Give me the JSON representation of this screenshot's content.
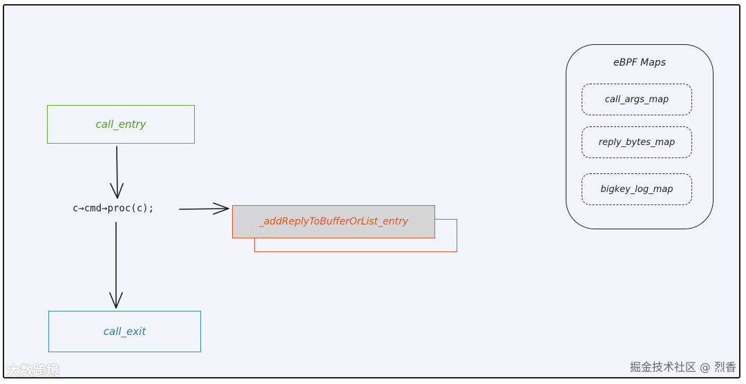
{
  "nodes": {
    "call_entry": "call_entry",
    "call_exit": "call_exit",
    "code_line": "c→cmd→proc(c);",
    "add_reply_entry": "_addReplyToBufferOrList_entry"
  },
  "maps_box": {
    "title": "eBPF Maps",
    "items": [
      "call_args_map",
      "reply_bytes_map",
      "bigkey_log_map"
    ]
  },
  "watermarks": {
    "left": "大数跨境",
    "right": "掘金技术社区 @ 烈香"
  },
  "colors": {
    "canvas": "#f3f5fc",
    "entry_green": "#6aac3c",
    "exit_blue": "#3f8bc0",
    "orange": "#e55c30"
  }
}
